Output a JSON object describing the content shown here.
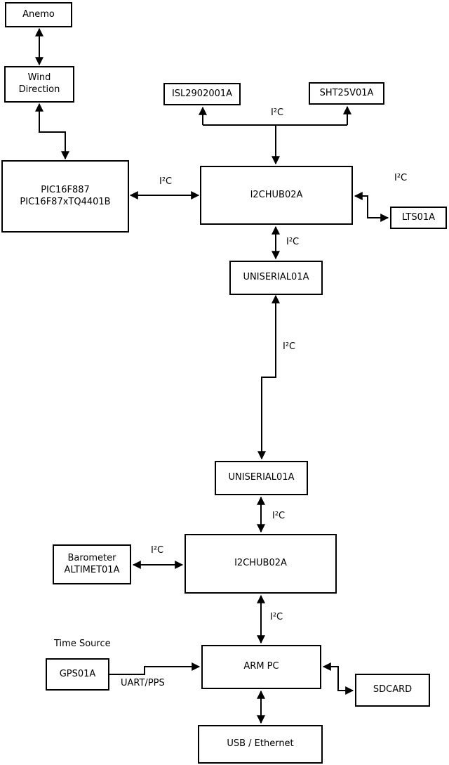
{
  "diagram": {
    "background": "#ffffff",
    "line_color": "#000000",
    "text_color": "#000000"
  },
  "nodes": {
    "anemo": {
      "label": "Anemo"
    },
    "wind_direction": {
      "line1": "Wind",
      "line2": "Direction"
    },
    "pic": {
      "line1": "PIC16F887",
      "line2": "PIC16F87xTQ4401B"
    },
    "isl": {
      "label": "ISL2902001A"
    },
    "sht": {
      "label": "SHT25V01A"
    },
    "i2chub_top": {
      "label": "I2CHUB02A"
    },
    "lts": {
      "label": "LTS01A"
    },
    "uniserial_top": {
      "label": "UNISERIAL01A"
    },
    "uniserial_bottom": {
      "label": "UNISERIAL01A"
    },
    "i2chub_bottom": {
      "label": "I2CHUB02A"
    },
    "barometer": {
      "line1": "Barometer",
      "line2": "ALTIMET01A"
    },
    "gps": {
      "label": "GPS01A"
    },
    "arm_pc": {
      "label": "ARM PC"
    },
    "sdcard": {
      "label": "SDCARD"
    },
    "usb_ethernet": {
      "label": "USB / Ethernet"
    }
  },
  "edge_labels": {
    "pic_hub": "I²C",
    "sensor_bus": "I²C",
    "hub_lts": "I²C",
    "hub_uniserial": "I²C",
    "uniserial_link": "I²C",
    "uniserial_hub": "I²C",
    "barometer_hub": "I²C",
    "hub_armpc": "I²C",
    "time_source": "Time Source",
    "uart_pps": "UART/PPS"
  }
}
